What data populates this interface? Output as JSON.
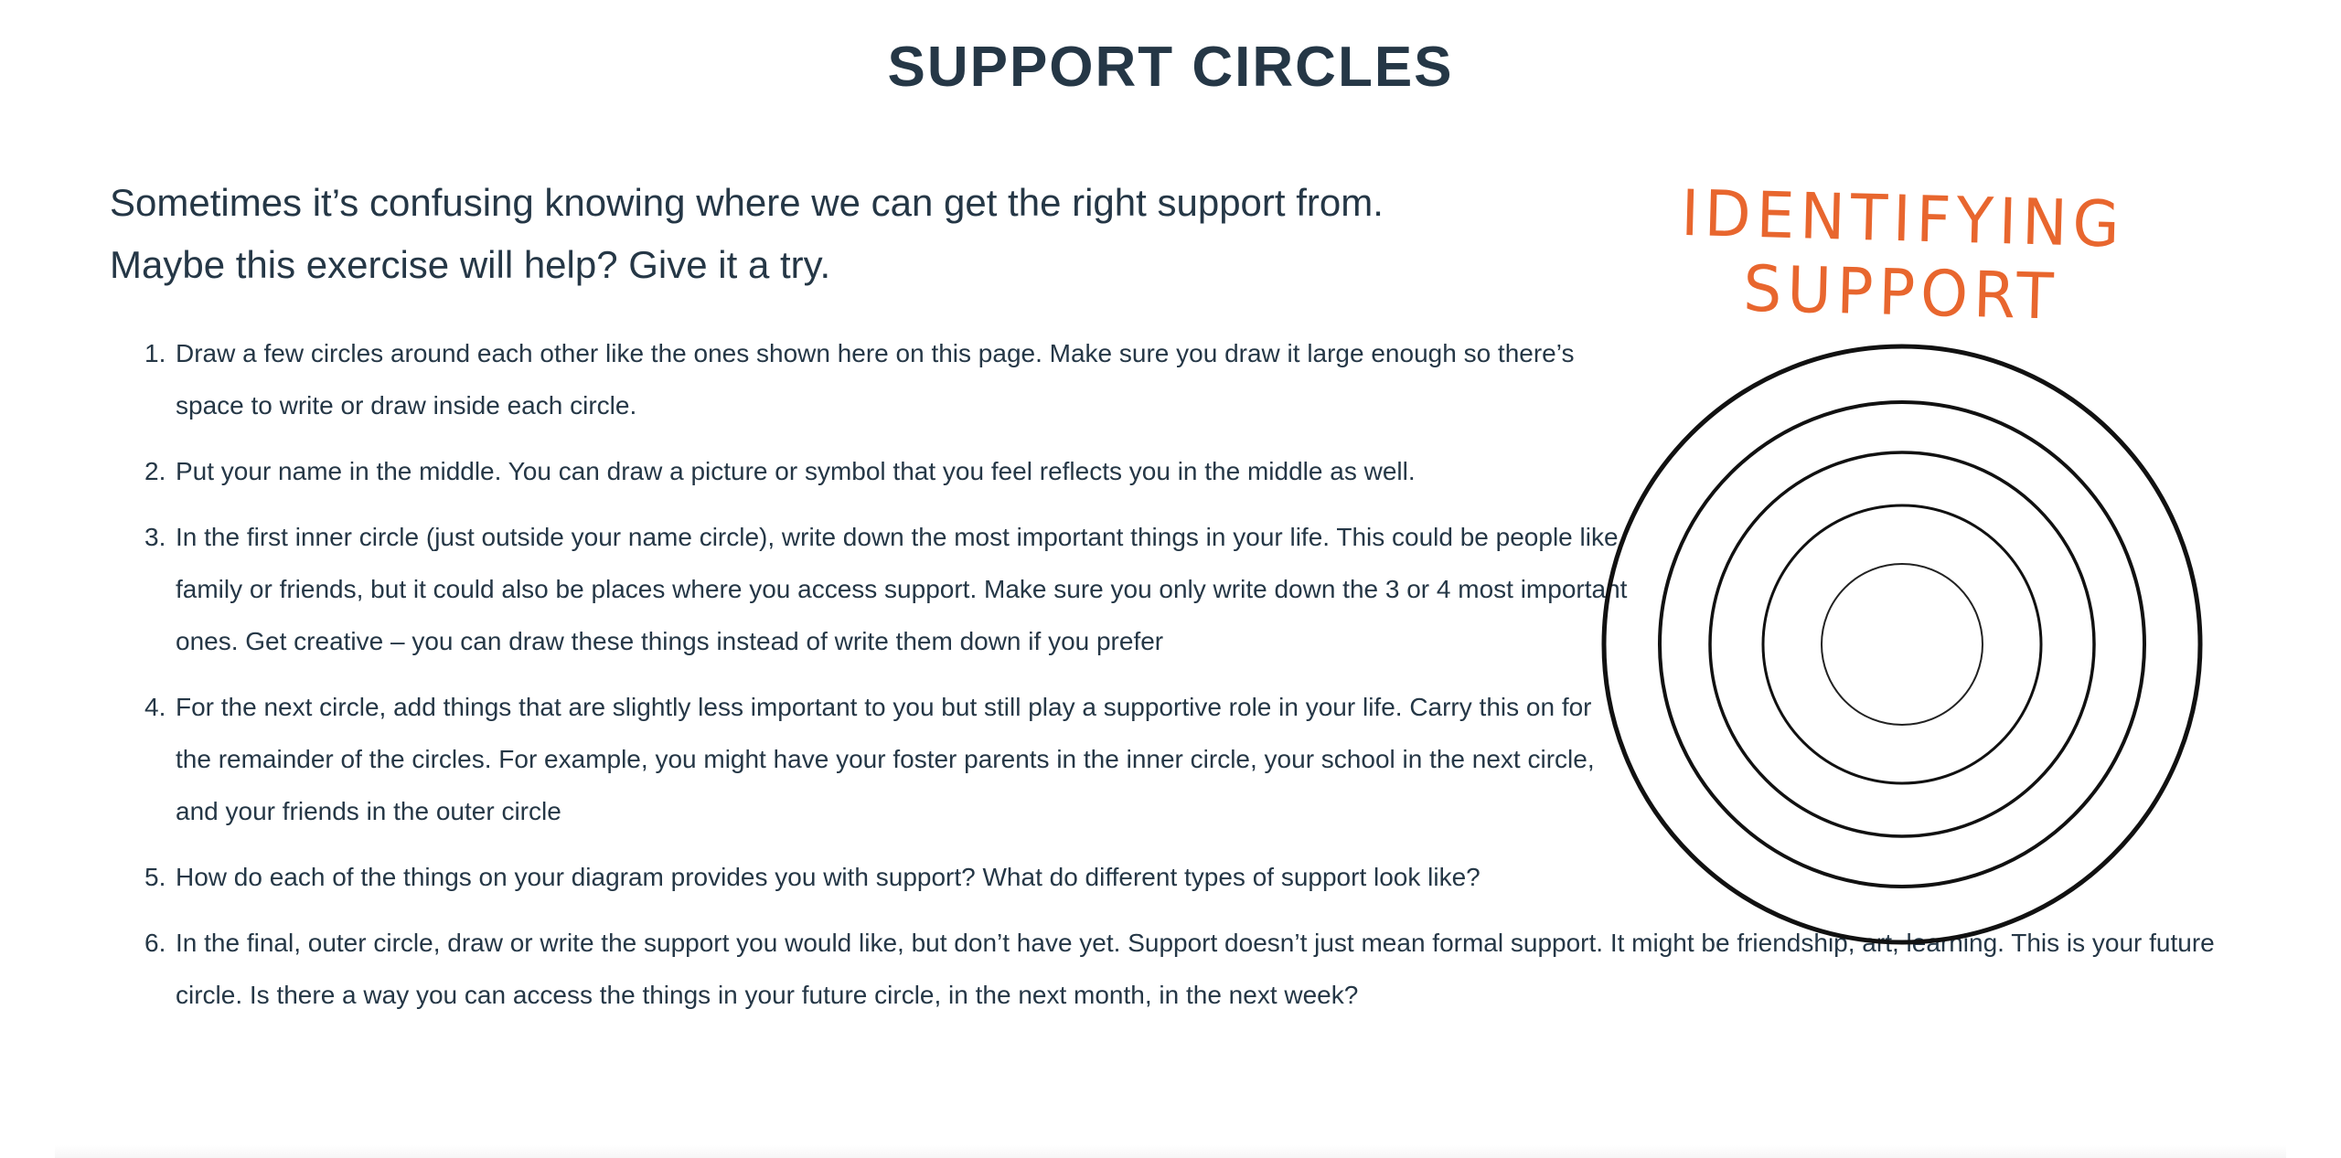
{
  "page": {
    "title": "SUPPORT CIRCLES"
  },
  "intro": {
    "line1": "Sometimes it’s confusing knowing where we can get the right support from.",
    "line2": "Maybe this exercise will help? Give it a try."
  },
  "steps": [
    {
      "num": "1.",
      "text": "Draw a few circles around each other like the ones shown here on this page. Make sure you draw it large enough so there’s space to write or draw inside each circle."
    },
    {
      "num": "2.",
      "text": "Put your name in the middle. You can draw a picture or symbol that you feel reflects you in the middle as well."
    },
    {
      "num": "3.",
      "text": "In the first inner circle (just outside your name circle), write down the most important things in your life. This could be people like family or friends, but it could also be places where you access support. Make sure you only write down the 3 or 4 most important ones. Get creative – you can draw these things instead of write them down if you prefer"
    },
    {
      "num": "4.",
      "text": "For the next circle, add things that are slightly less important to you but still play a supportive role in your life. Carry this on for the remainder of the circles. For example, you might have your foster parents in the inner circle, your school in the next circle, and your friends in the outer circle"
    },
    {
      "num": "5.",
      "text": "How do each of the things on your diagram provides you with support? What do different types of support look like?"
    },
    {
      "num": "6.",
      "text": "In the final, outer circle, draw or write the support you would like, but don’t have yet. Support doesn’t just mean formal support. It might be friendship, art, learning. This is your future circle. Is there a way you can access the things in your future circle, in the next month, in the next week?"
    }
  ],
  "illustration": {
    "title": "IDENTIFYING SUPPORT",
    "title_color": "#e8662e",
    "ring_count": 5
  },
  "colors": {
    "text": "#253746",
    "accent": "#e8662e",
    "background": "#ffffff"
  }
}
